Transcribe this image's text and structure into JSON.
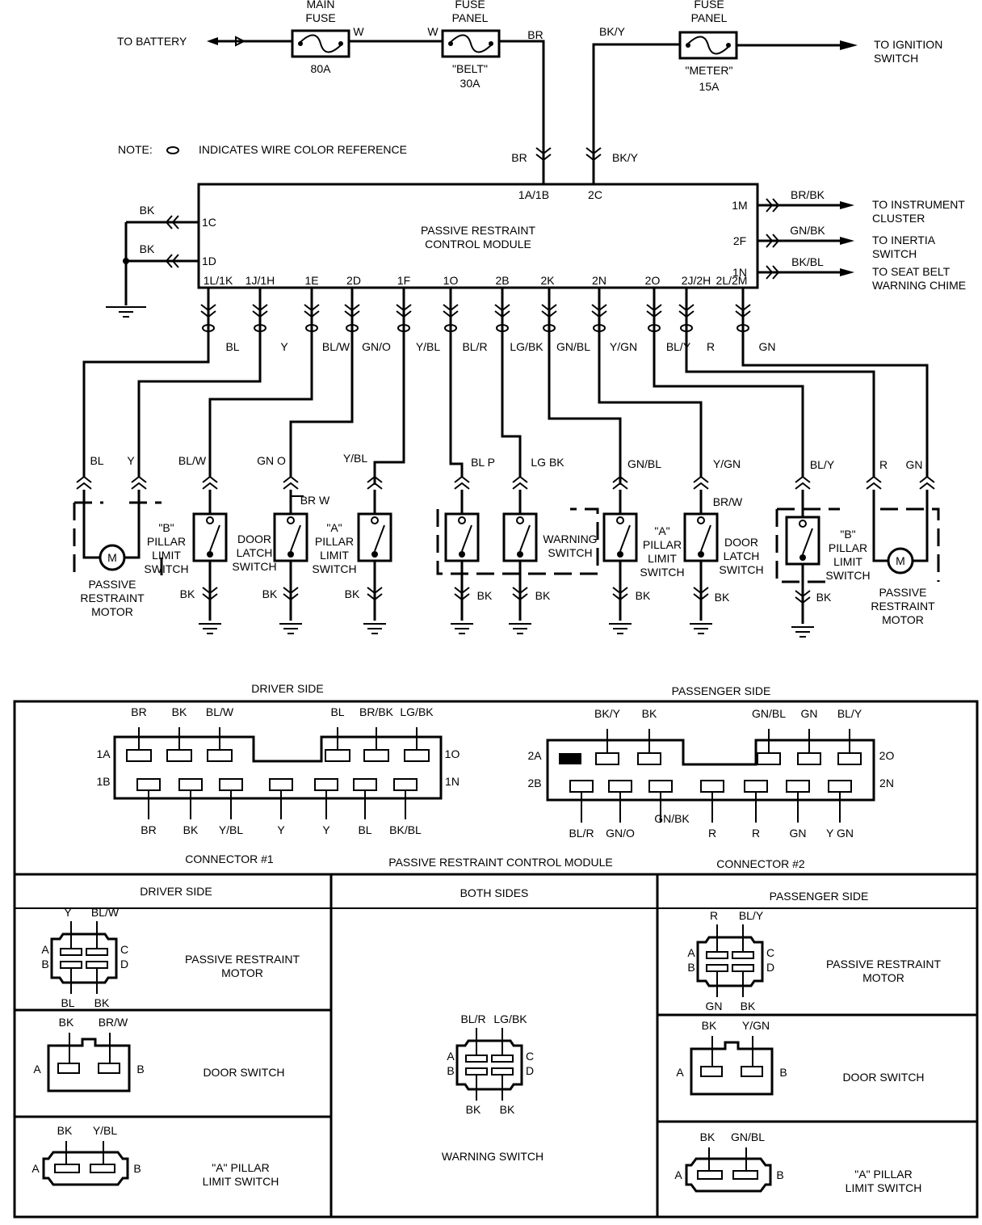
{
  "power": {
    "to_battery": "TO BATTERY",
    "main_fuse": {
      "title": "MAIN\nFUSE",
      "rating": "80A",
      "wire": "W"
    },
    "belt_fuse": {
      "title": "FUSE\nPANEL",
      "name": "\"BELT\"",
      "rating": "30A",
      "wire_in": "W",
      "wire_out": "BR"
    },
    "meter_fuse": {
      "title": "FUSE\nPANEL",
      "name": "\"METER\"",
      "rating": "15A",
      "wire_in": "BK/Y"
    },
    "to_ignition": "TO IGNITION\nSWITCH",
    "note_prefix": "NOTE:",
    "note_text": "INDICATES WIRE COLOR REFERENCE"
  },
  "module": {
    "name": "PASSIVE RESTRAINT\nCONTROL MODULE",
    "top_pins": [
      {
        "pin": "1A/1B",
        "wire": "BR"
      },
      {
        "pin": "2C",
        "wire": "BK/Y"
      }
    ],
    "left_pins": [
      {
        "pin": "1C",
        "wire": "BK"
      },
      {
        "pin": "1D",
        "wire": "BK"
      }
    ],
    "right_pins": [
      {
        "pin": "1M",
        "wire": "BR/BK",
        "dest": "TO INSTRUMENT\nCLUSTER"
      },
      {
        "pin": "2F",
        "wire": "GN/BK",
        "dest": "TO INERTIA\nSWITCH"
      },
      {
        "pin": "1N",
        "wire": "BK/BL",
        "dest": "TO SEAT BELT\nWARNING CHIME"
      }
    ],
    "bottom_pins": [
      {
        "pin": "1L/1K",
        "wire": "BL"
      },
      {
        "pin": "1J/1H",
        "wire": "Y"
      },
      {
        "pin": "1E",
        "wire": "BL/W"
      },
      {
        "pin": "2D",
        "wire": "GN/O"
      },
      {
        "pin": "1F",
        "wire": "Y/BL"
      },
      {
        "pin": "1O",
        "wire": "BL/R"
      },
      {
        "pin": "2B",
        "wire": "LG/BK"
      },
      {
        "pin": "2K",
        "wire": "GN/BL"
      },
      {
        "pin": "2N",
        "wire": "Y/GN"
      },
      {
        "pin": "2O",
        "wire": "BL/Y"
      },
      {
        "pin": "2J/2H",
        "wire": "R"
      },
      {
        "pin": "2L/2M",
        "wire": "GN"
      }
    ]
  },
  "components": {
    "wire_labels": [
      "BL",
      "Y",
      "BL/W",
      "GN O",
      "BR W",
      "Y/BL",
      "BL P",
      "LG BK",
      "GN/BL",
      "Y/GN",
      "BR/W",
      "BL/Y",
      "R",
      "GN"
    ],
    "ground_labels": [
      "BK",
      "BK",
      "BK",
      "BK",
      "BK",
      "BK",
      "BK",
      "BK"
    ],
    "names": [
      "PASSIVE\nRESTRAINT\nMOTOR",
      "\"B\"\nPILLAR\nLIMIT\nSWITCH",
      "DOOR\nLATCH\nSWITCH",
      "\"A\"\nPILLAR\nLIMIT\nSWITCH",
      "WARNING\nSWITCH",
      "\"A\"\nPILLAR\nLIMIT\nSWITCH",
      "DOOR\nLATCH\nSWITCH",
      "\"B\"\nPILLAR\nLIMIT\nSWITCH",
      "PASSIVE\nRESTRAINT\nMOTOR"
    ],
    "motor_symbol": "M"
  },
  "connectors": {
    "driver_side": "DRIVER SIDE",
    "passenger_side": "PASSENGER SIDE",
    "c1": {
      "name": "CONNECTOR #1",
      "row_top_label": "1A",
      "row_bottom_label": "1B",
      "end_top_label": "1O",
      "end_bottom_label": "1N",
      "top_wires": [
        "BR",
        "BK",
        "BL/W",
        "BL",
        "BR/BK",
        "LG/BK"
      ],
      "bottom_wires": [
        "BR",
        "BK",
        "Y/BL",
        "Y",
        "Y",
        "BL",
        "BK/BL"
      ]
    },
    "module_label": "PASSIVE RESTRAINT CONTROL MODULE",
    "c2": {
      "name": "CONNECTOR #2",
      "row_top_label": "2A",
      "row_bottom_label": "2B",
      "end_top_label": "2O",
      "end_bottom_label": "2N",
      "top_wires": [
        "BK/Y",
        "BK",
        "GN/BL",
        "GN",
        "BL/Y"
      ],
      "bottom_wires": [
        "BL/R",
        "GN/O",
        "GN/BK",
        "R",
        "R",
        "GN",
        "Y GN"
      ]
    }
  },
  "views": {
    "headers": [
      "DRIVER SIDE",
      "BOTH SIDES",
      "PASSENGER SIDE"
    ],
    "driver_motor": {
      "name": "PASSIVE RESTRAINT\nMOTOR",
      "top": [
        "Y",
        "BL/W"
      ],
      "bottom": [
        "BL",
        "BK"
      ],
      "left": [
        "A",
        "B"
      ],
      "right": [
        "C",
        "D"
      ]
    },
    "driver_door": {
      "name": "DOOR SWITCH",
      "top": [
        "BK",
        "BR/W"
      ],
      "left": "A",
      "right": "B"
    },
    "driver_apillar": {
      "name": "\"A\" PILLAR\nLIMIT SWITCH",
      "top": [
        "BK",
        "Y/BL"
      ],
      "left": "A",
      "right": "B"
    },
    "warning": {
      "name": "WARNING SWITCH",
      "top": [
        "BL/R",
        "LG/BK"
      ],
      "bottom": [
        "BK",
        "BK"
      ],
      "left": [
        "A",
        "B"
      ],
      "right": [
        "C",
        "D"
      ]
    },
    "pass_motor": {
      "name": "PASSIVE RESTRAINT\nMOTOR",
      "top": [
        "R",
        "BL/Y"
      ],
      "bottom": [
        "GN",
        "BK"
      ],
      "left": [
        "A",
        "B"
      ],
      "right": [
        "C",
        "D"
      ]
    },
    "pass_door": {
      "name": "DOOR SWITCH",
      "top": [
        "BK",
        "Y/GN"
      ],
      "left": "A",
      "right": "B"
    },
    "pass_apillar": {
      "name": "\"A\" PILLAR\nLIMIT SWITCH",
      "top": [
        "BK",
        "GN/BL"
      ],
      "left": "A",
      "right": "B"
    }
  }
}
